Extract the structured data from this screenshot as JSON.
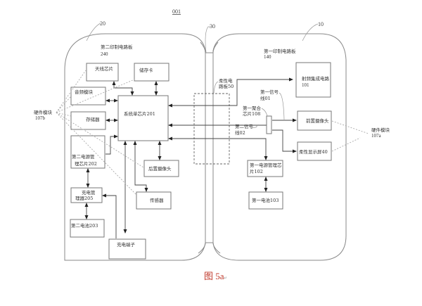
{
  "figure": {
    "ref_main": "001",
    "caption": "图 5a",
    "caption_mark": "↵"
  },
  "refs": {
    "second_part": "20",
    "hinge": "30",
    "first_part": "10"
  },
  "second_board": {
    "title": "第二印制电路板",
    "number": "240",
    "components": {
      "antenna": "天线芯片",
      "memory_card": "储存卡",
      "audio": "音频模块",
      "storage": "存储器",
      "soc": "系统单芯片201",
      "pmic2_line1": "第二电源管",
      "pmic2_line2": "理芯片202",
      "charger_line1": "充电管",
      "charger_line2": "理器205",
      "battery2": "第二电池203",
      "rear_camera": "后置摄像头",
      "sensor": "传感器",
      "charge_port": "充电端子"
    },
    "hw_module_label": "硬件模块",
    "hw_module_number": "107b"
  },
  "flex_board": {
    "line1": "柔性电",
    "line2": "路板50"
  },
  "first_board": {
    "title": "第一印制电路板",
    "number": "140",
    "components": {
      "rf_line1": "射频集成电路",
      "rf_line2": "101",
      "front_camera": "前置摄像头",
      "flex_display": "柔性显示屏40",
      "pmic1_line1": "第一电源管理芯",
      "pmic1_line2": "片102",
      "battery1": "第一电池103"
    },
    "signal1_line1": "第一信号",
    "signal1_line2": "线01",
    "coupler_line1": "第一聚合",
    "coupler_line2": "芯片108",
    "signal2_line1": "第二信号",
    "signal2_line2": "线02",
    "hw_module_label": "硬件模块",
    "hw_module_number": "107a"
  }
}
